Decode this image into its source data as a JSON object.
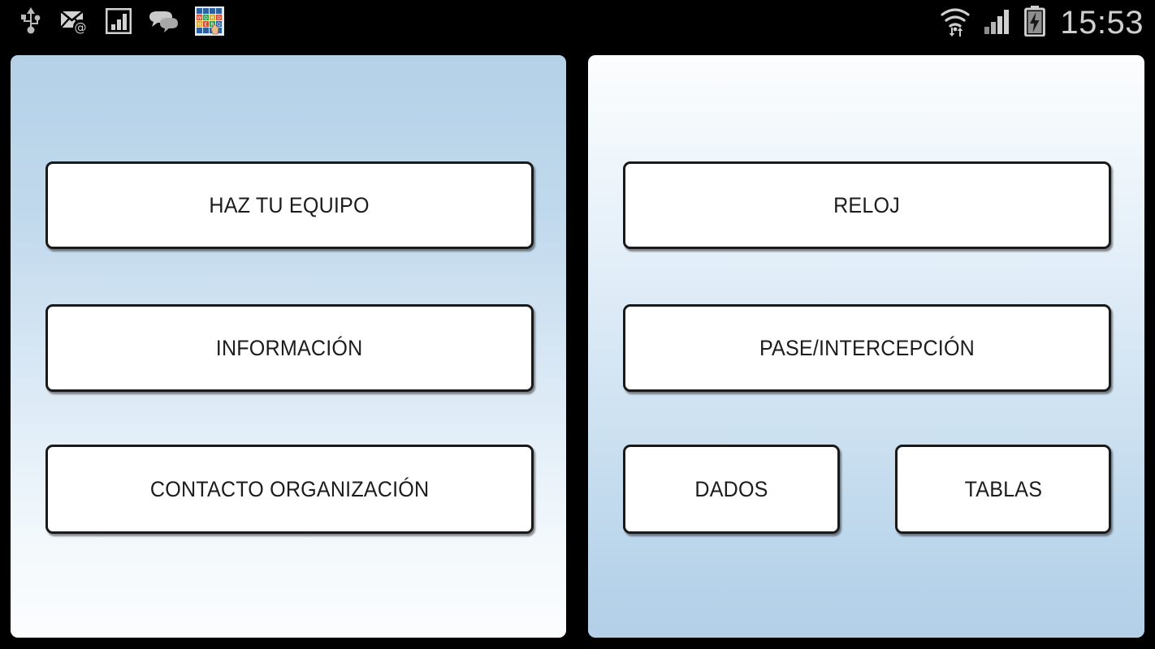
{
  "status_bar": {
    "background": "#000000",
    "foreground": "#cfcfcf",
    "clock": "15:53",
    "left_icons": [
      {
        "name": "usb-icon",
        "label": "USB connected"
      },
      {
        "name": "email-icon",
        "label": "New email"
      },
      {
        "name": "chart-stats-icon",
        "label": "Statistics"
      },
      {
        "name": "chat-bubbles-icon",
        "label": "Messages"
      },
      {
        "name": "word-search-game-icon",
        "label": "Word search game"
      }
    ],
    "right_icons": [
      {
        "name": "wifi-icon",
        "label": "Wi-Fi connected with data transfer"
      },
      {
        "name": "signal-bars-icon",
        "label": "Mobile signal"
      },
      {
        "name": "battery-charging-icon",
        "label": "Battery charging"
      }
    ]
  },
  "panels": {
    "left": {
      "name": "left-menu-panel",
      "gradient_top": "#b4d1e8",
      "gradient_bottom": "#fbfdfe",
      "buttons": [
        {
          "id": "haz-tu-equipo",
          "label": "HAZ TU EQUIPO"
        },
        {
          "id": "informacion",
          "label": "INFORMACIÓN"
        },
        {
          "id": "contacto",
          "label": "CONTACTO ORGANIZACIÓN"
        }
      ]
    },
    "right": {
      "name": "right-menu-panel",
      "gradient_top": "#fcfdfe",
      "gradient_bottom": "#b3d0e8",
      "buttons": [
        {
          "id": "reloj",
          "label": "RELOJ"
        },
        {
          "id": "pase",
          "label": "PASE/INTERCEPCIÓN"
        },
        {
          "id": "dados",
          "label": "DADOS"
        },
        {
          "id": "tablas",
          "label": "TABLAS"
        }
      ]
    }
  },
  "theme": {
    "button_fill": "#ffffff",
    "button_border": "#1a1a1a",
    "button_text": "#1c1c1c",
    "screen_background": "#000000"
  }
}
